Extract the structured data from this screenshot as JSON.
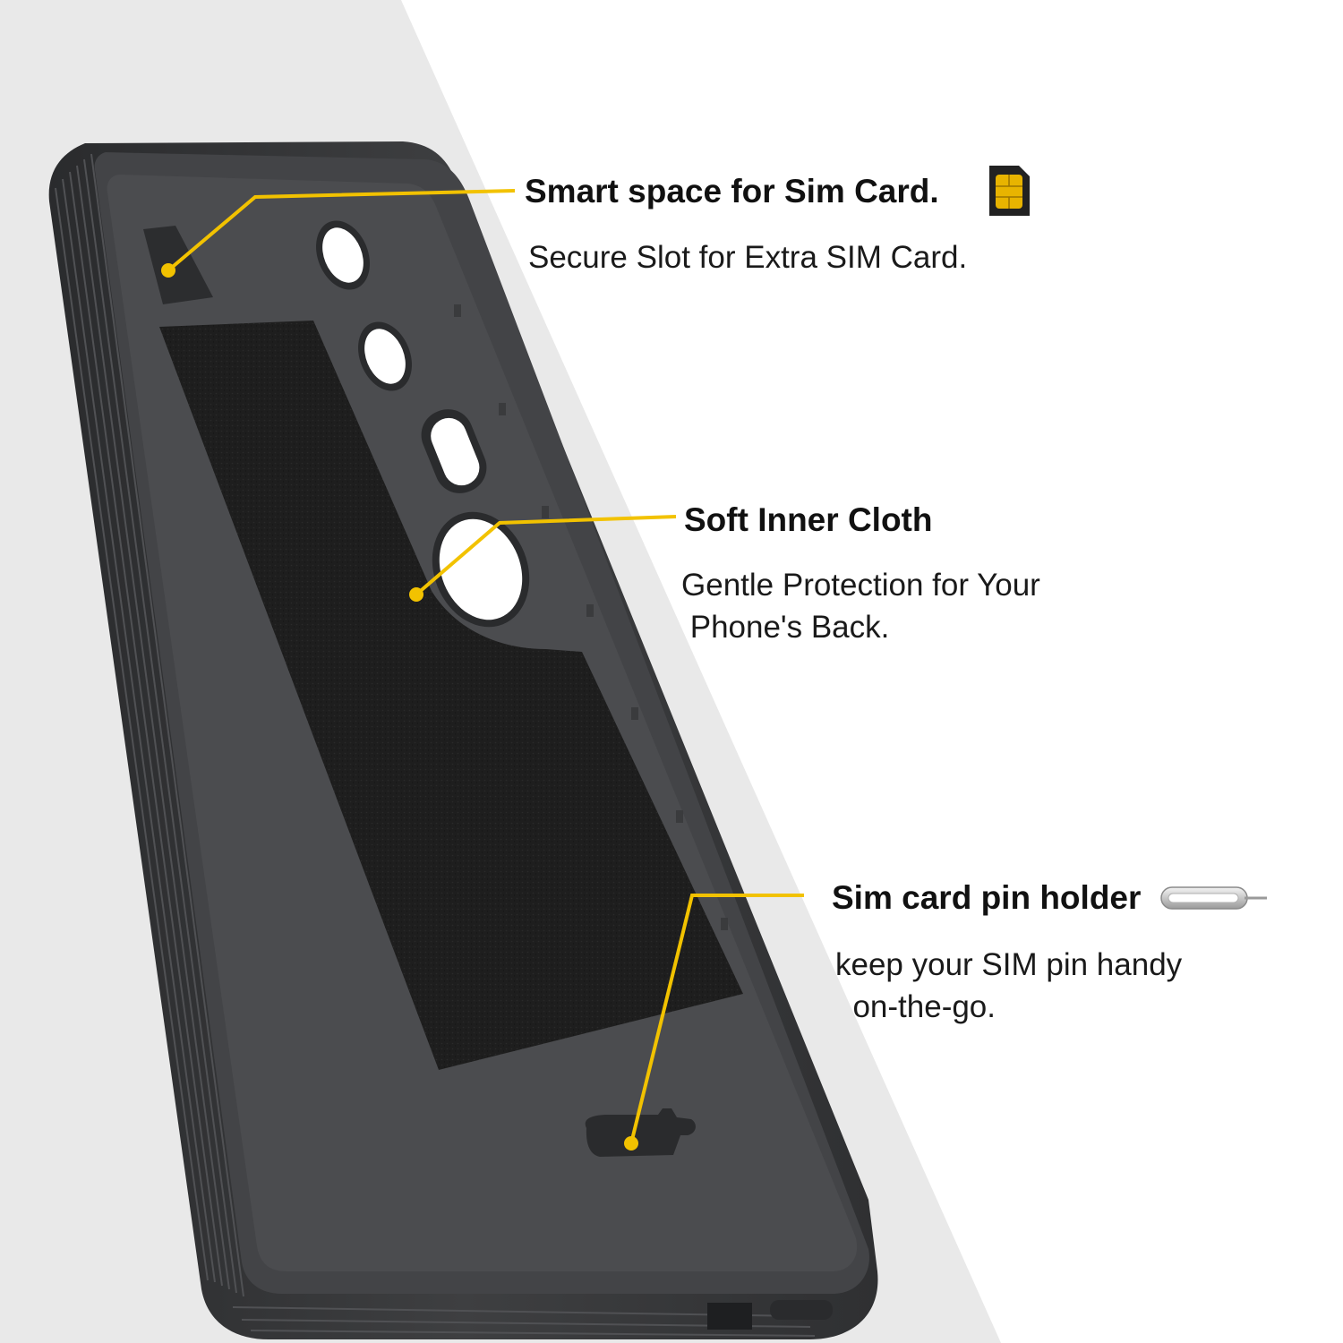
{
  "callouts": [
    {
      "title": "Smart space for Sim Card.",
      "description_lines": [
        "Secure Slot for Extra SIM Card."
      ],
      "icon": "sim-card-icon"
    },
    {
      "title": "Soft Inner Cloth",
      "description_lines": [
        "Gentle Protection for Your",
        " Phone's Back."
      ]
    },
    {
      "title": "Sim card pin holder",
      "description_lines": [
        "keep your SIM pin handy",
        "  on-the-go."
      ],
      "icon": "sim-eject-pin-icon"
    }
  ],
  "colors": {
    "background_gray": "#e9e9e9",
    "background_white": "#ffffff",
    "accent_yellow": "#f2c200",
    "case_body": "#3c3d3f",
    "case_inner": "#4a4b4d",
    "cloth": "#1f1f1f",
    "text": "#111111"
  }
}
